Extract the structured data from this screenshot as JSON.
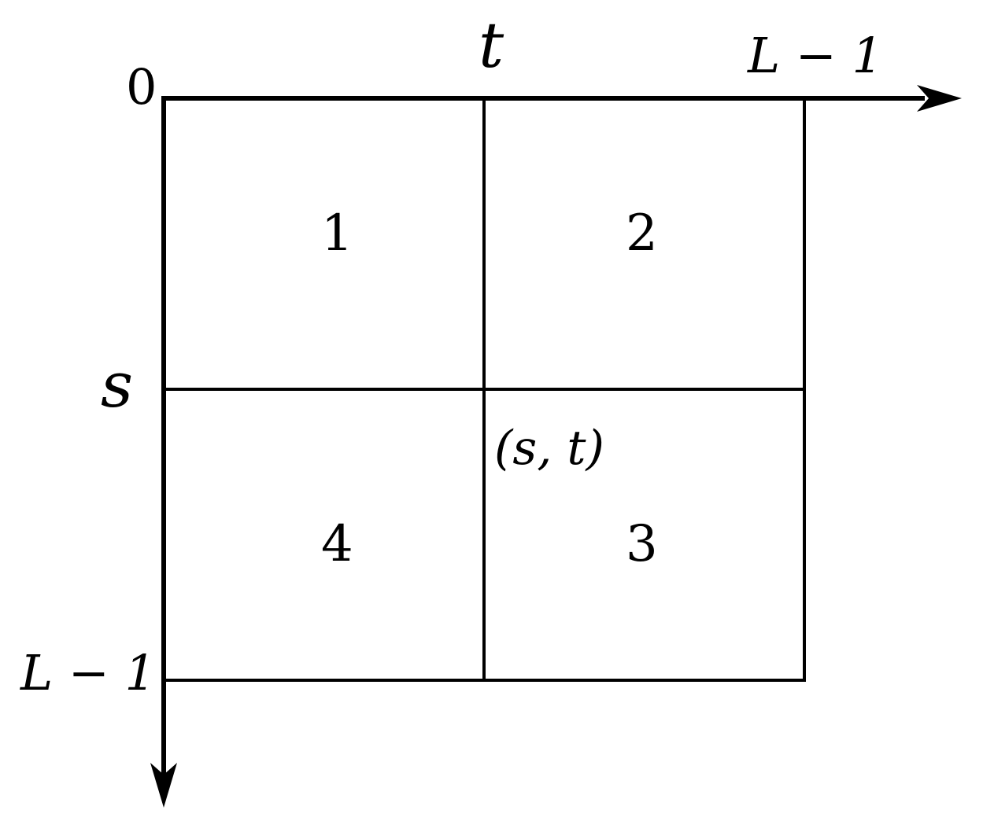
{
  "axes": {
    "horizontal": {
      "origin_label": "0",
      "split_label": "t",
      "end_label": "L − 1"
    },
    "vertical": {
      "split_label": "s",
      "end_label": "L − 1"
    }
  },
  "quadrants": [
    {
      "label": "1"
    },
    {
      "label": "2"
    },
    {
      "label": "3"
    },
    {
      "label": "4"
    }
  ],
  "point_label": "(s, t)",
  "colors": {
    "ink": "#000000",
    "background": "#ffffff"
  }
}
